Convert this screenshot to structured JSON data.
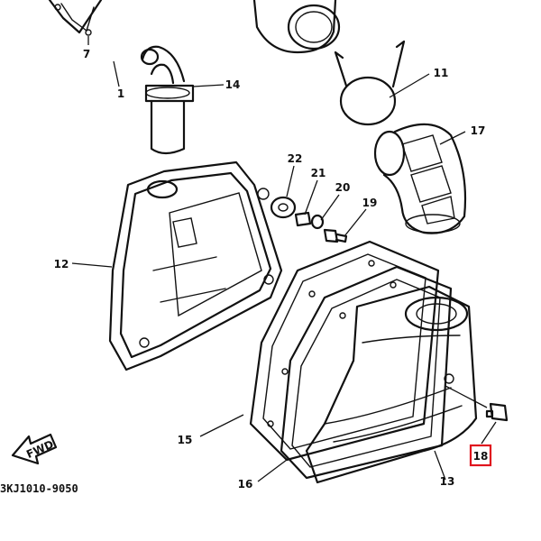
{
  "diagram": {
    "callouts": {
      "c1": "1",
      "c7": "7",
      "c11": "11",
      "c12": "12",
      "c13": "13",
      "c14": "14",
      "c15": "15",
      "c16": "16",
      "c17": "17",
      "c18": "18",
      "c19": "19",
      "c20": "20",
      "c21": "21",
      "c22": "22"
    },
    "fwd_label": "FWD",
    "drawing_code": "3KJ1010-9050",
    "highlighted_callout": "18",
    "highlight_color": "#e0141e"
  }
}
